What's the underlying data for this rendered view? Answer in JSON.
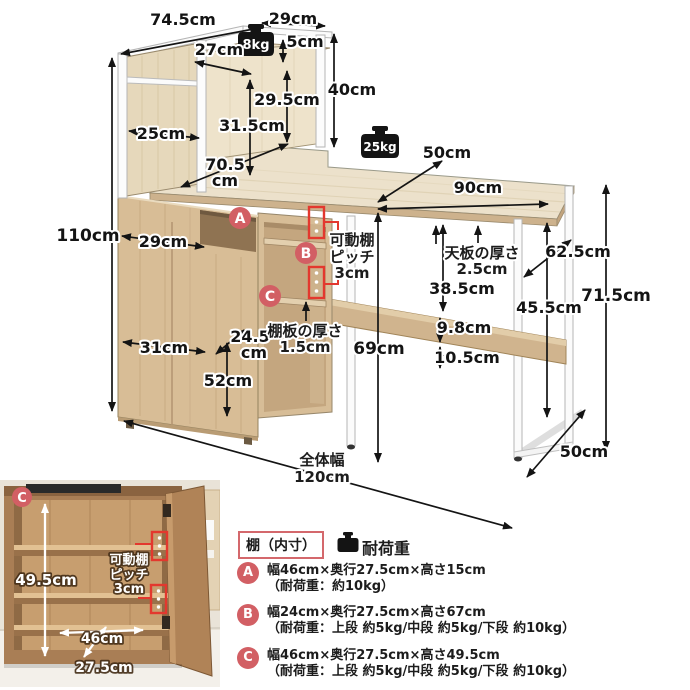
{
  "colors": {
    "marker_red": "#d25f64",
    "pinhole_box_red": "#e3382e",
    "legend_border_red": "#d4686c"
  },
  "diagram": {
    "weights": {
      "top_shelf": "8kg",
      "desk_top": "25kg"
    },
    "markers": [
      "A",
      "B",
      "C"
    ],
    "dims": {
      "d74_5": "74.5cm",
      "d29_top": "29cm",
      "d27": "27cm",
      "d5": "5cm",
      "d40": "40cm",
      "d29_5": "29.5cm",
      "d31_5": "31.5cm",
      "d25": "25cm",
      "d70_5_a": "70.5",
      "d70_5_b": "cm",
      "d50_desk": "50cm",
      "d90": "90cm",
      "d110": "110cm",
      "d29_cab": "29cm",
      "d24_5_a": "24.5",
      "d24_5_b": "cm",
      "d31": "31cm",
      "d52": "52cm",
      "d69": "69cm",
      "d38_5": "38.5cm",
      "d9_8": "9.8cm",
      "d10_5": "10.5cm",
      "d45_5": "45.5cm",
      "d62_5": "62.5cm",
      "d71_5": "71.5cm",
      "d50_leg": "50cm"
    },
    "notes": {
      "pitch_1": "可動棚",
      "pitch_2": "ピッチ",
      "pitch_3": "3cm",
      "top_thickness_1": "天板の厚さ",
      "top_thickness_2": "2.5cm",
      "shelf_thickness_1": "棚板の厚さ",
      "shelf_thickness_2": "1.5cm",
      "overall_width_1": "全体幅",
      "overall_width_2": "120cm"
    }
  },
  "inset": {
    "marker": "C",
    "d49_5": "49.5cm",
    "pitch_1": "可動棚",
    "pitch_2": "ピッチ",
    "pitch_3": "3cm",
    "d46": "46cm",
    "d27_5": "27.5cm"
  },
  "legend": {
    "title": "棚（内寸）",
    "load_label": "耐荷重",
    "items": [
      {
        "marker": "A",
        "size": "幅46cm×奥行27.5cm×高さ15cm",
        "load": "（耐荷重：約10kg）"
      },
      {
        "marker": "B",
        "size": "幅24cm×奥行27.5cm×高さ67cm",
        "load": "（耐荷重：上段 約5kg/中段 約5kg/下段 約10kg）"
      },
      {
        "marker": "C",
        "size": "幅46cm×奥行27.5cm×高さ49.5cm",
        "load": "（耐荷重：上段 約5kg/中段 約5kg/下段 約10kg）"
      }
    ]
  }
}
